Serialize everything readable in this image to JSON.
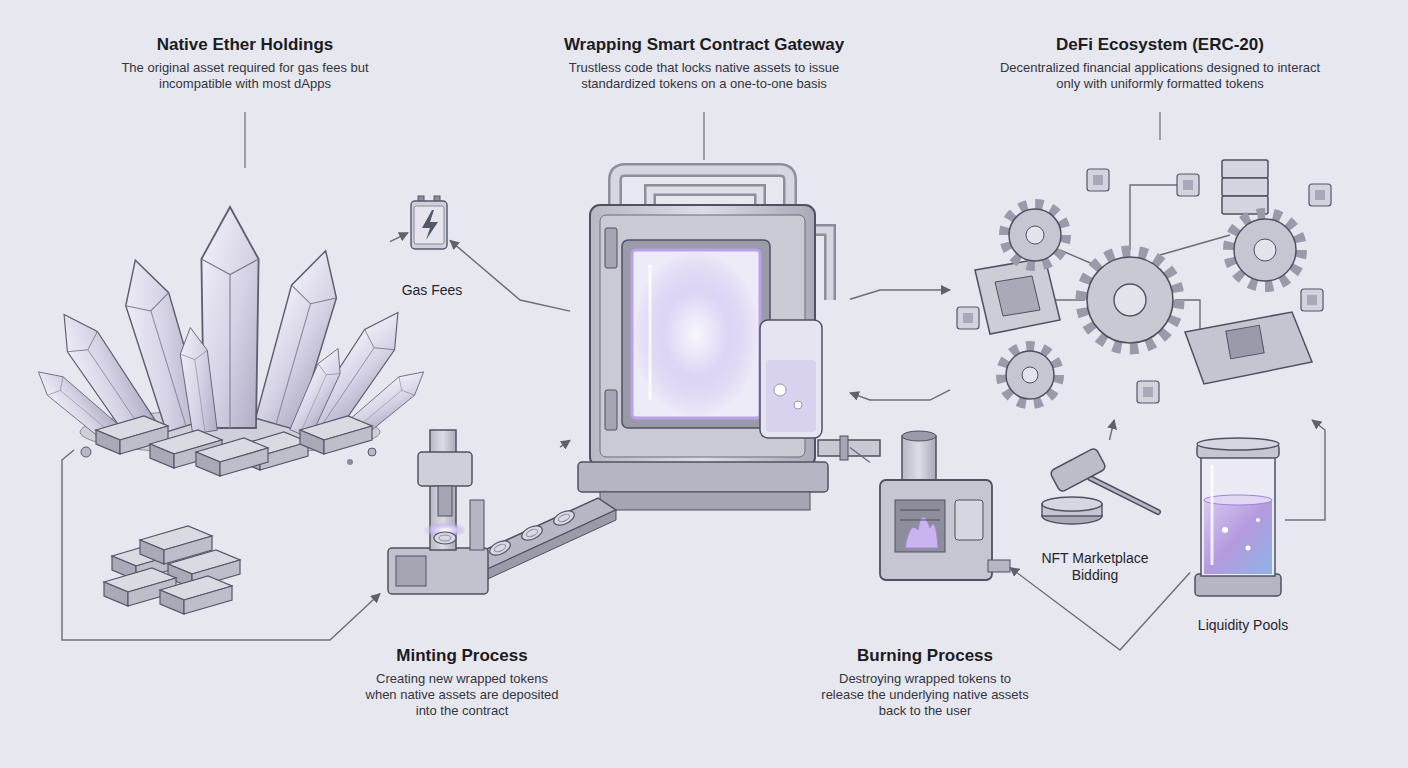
{
  "diagram": {
    "nodes": [
      {
        "text": [
          "Native Ether Holdings",
          "The original asset required for gas fees but incompatible with most dApps"
        ]
      },
      {
        "text": [
          "Wrapping Smart Contract Gateway",
          "Trustless code that locks native assets to issue standardized tokens on a one-to-one basis"
        ]
      },
      {
        "text": [
          "DeFi Ecosystem (ERC-20)",
          "Decentralized financial applications designed to interact only with uniformly formatted tokens"
        ]
      },
      {
        "text": [
          "Gas Fees"
        ]
      },
      {
        "text": [
          "NFT Marketplace Bidding"
        ]
      },
      {
        "text": [
          "Liquidity Pools"
        ]
      },
      {
        "text": [
          "Minting Process",
          "Creating new wrapped tokens when native assets are deposited into the contract"
        ]
      },
      {
        "text": [
          "Burning Process",
          "Destroying wrapped tokens to release the underlying native assets back to the user"
        ]
      }
    ],
    "edges": [
      {
        "from": 0,
        "to": 3,
        "arrow": "to"
      },
      {
        "from": 1,
        "to": 3,
        "arrow": "to"
      },
      {
        "from": 0,
        "to": 6,
        "arrow": "to"
      },
      {
        "from": 6,
        "to": 1,
        "arrow": "to"
      },
      {
        "from": 1,
        "to": 7,
        "arrow": "none"
      },
      {
        "from": 1,
        "to": 2,
        "arrow": "to"
      },
      {
        "from": 2,
        "to": 1,
        "arrow": "to"
      },
      {
        "from": 4,
        "to": 2,
        "arrow": "to"
      },
      {
        "from": 5,
        "to": 2,
        "arrow": "to"
      },
      {
        "from": 5,
        "to": 7,
        "arrow": "to"
      }
    ]
  }
}
